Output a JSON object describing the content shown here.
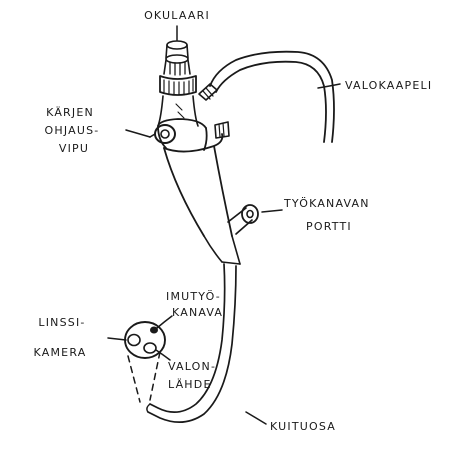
{
  "labels": {
    "okulaari": "OKULAARI",
    "valokaapeli": "VALOKAAPELI",
    "karjen_1": "KÄRJEN",
    "karjen_2": "OHJAUS-",
    "karjen_3": "VIPU",
    "tyokanava_1": "TYÖKANAVAN",
    "tyokanava_2": "PORTTI",
    "imutyo_1": "IMUTYÖ-",
    "imutyo_2": "KANAVA",
    "linssi_1": "LINSSI-",
    "linssi_2": "KAMERA",
    "valon_1": "VALON-",
    "valon_2": "LÄHDE",
    "kuituosa": "KUITUOSA"
  },
  "colors": {
    "ink": "#1a1a1a",
    "background": "#ffffff"
  }
}
